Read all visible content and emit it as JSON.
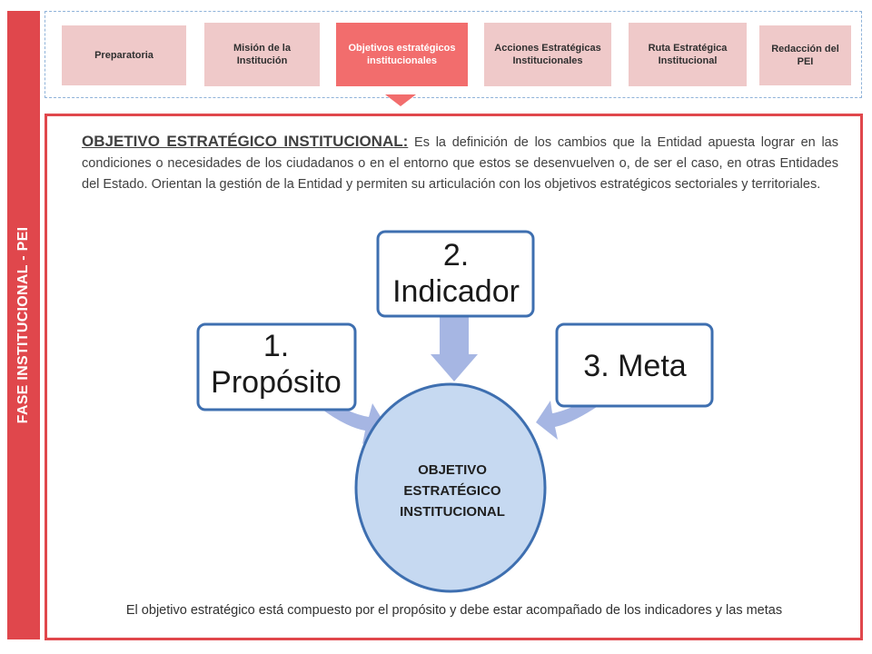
{
  "sidebar": {
    "label": "FASE INSTITUCIONAL - PEI"
  },
  "steps": [
    {
      "label": "Preparatoria"
    },
    {
      "label": "Misión de la Institución"
    },
    {
      "label": "Objetivos estratégicos institucionales",
      "active": true
    },
    {
      "label": "Acciones Estratégicas Institucionales"
    },
    {
      "label": "Ruta Estratégica Institucional"
    },
    {
      "label": "Redacción del PEI"
    }
  ],
  "definition": {
    "title": "OBJETIVO ESTRATÉGICO INSTITUCIONAL:",
    "text": "Es la definición de los cambios que la Entidad apuesta lograr en las condiciones o necesidades de los ciudadanos o en el entorno que estos se desenvuelven o, de ser el caso, en otras Entidades del Estado. Orientan la gestión de la Entidad y permiten su articulación con los objetivos estratégicos sectoriales y territoriales."
  },
  "diagram": {
    "center": {
      "lines": [
        "OBJETIVO",
        "ESTRATÉGICO",
        "INSTITUCIONAL"
      ]
    },
    "components": [
      {
        "lines": [
          "1.",
          "Propósito"
        ]
      },
      {
        "lines": [
          "2.",
          "Indicador"
        ]
      },
      {
        "lines": [
          "3. Meta"
        ]
      }
    ]
  },
  "footer": {
    "text": "El objetivo estratégico está compuesto por el propósito y debe estar acompañado de los indicadores y las metas"
  },
  "colors": {
    "accent_red": "#e0474c",
    "step_inactive": "#efc9c9",
    "step_active": "#f26d6d",
    "circle_fill": "#c6d9f1",
    "box_border": "#3e6fb0",
    "arrow_fill": "#a6b6e3"
  }
}
